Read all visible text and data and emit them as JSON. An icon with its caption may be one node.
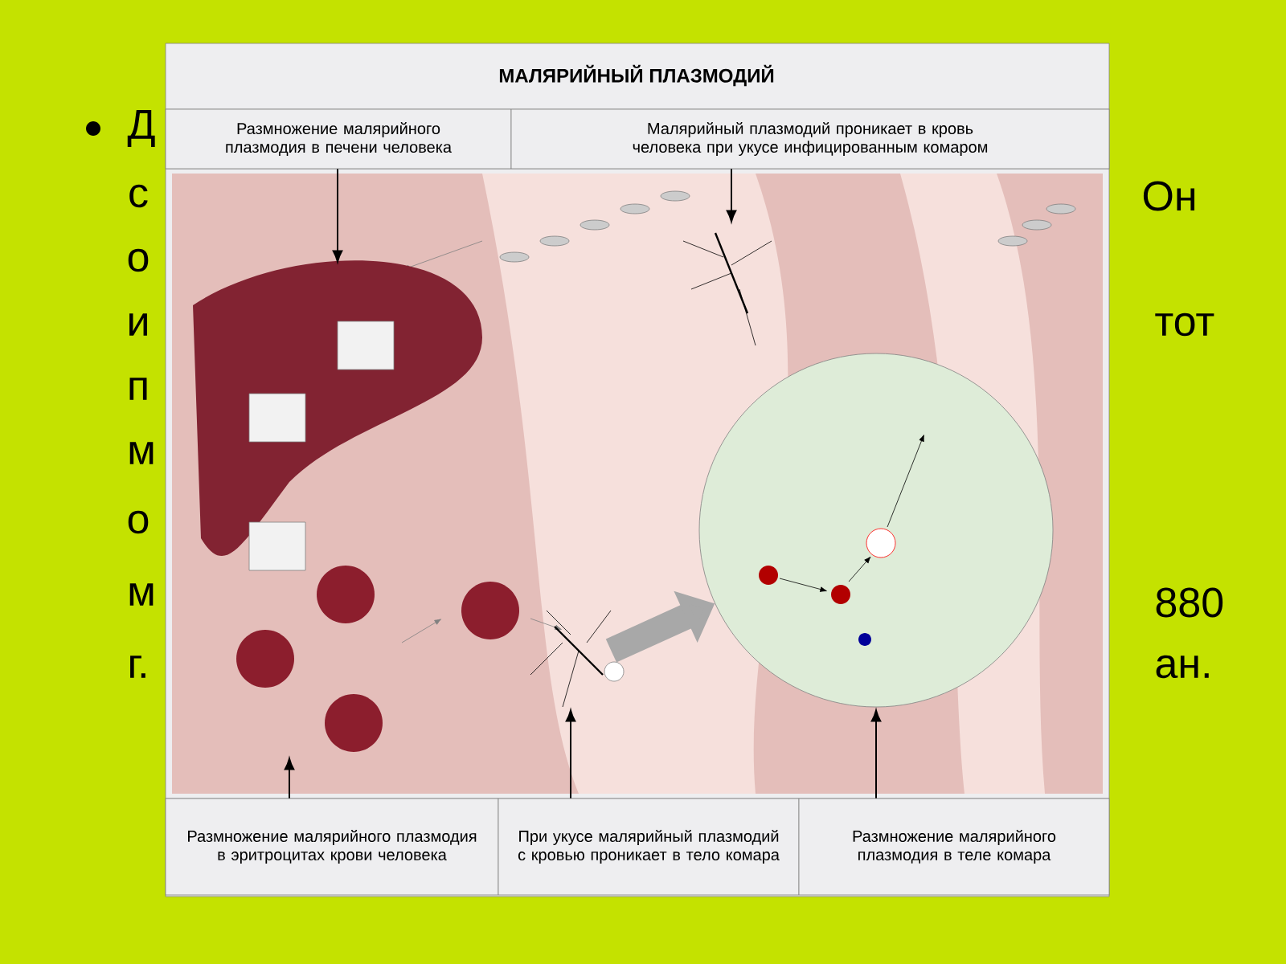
{
  "diagram": {
    "title": "МАЛЯРИЙНЫЙ ПЛАЗМОДИЙ",
    "nodes": [
      {
        "text": [
          "Размножение малярийного плазмодия в печени человека"
        ]
      },
      {
        "text": [
          "Малярийный плазмодий проникает в кровь человека при укусе инфицированным комаром"
        ]
      },
      {
        "text": [
          "Размножение малярийного плазмодия в эритроцитах крови человека"
        ]
      },
      {
        "text": [
          "При укусе малярийный плазмодий с кровью проникает в тело комара"
        ]
      },
      {
        "text": [
          "Размножение малярийного плазмодия в теле комара"
        ]
      },
      {
        "text": [],
        "shape": "picture"
      },
      {
        "text": [],
        "shape": "picture"
      },
      {
        "text": [],
        "shape": "picture"
      },
      {
        "text": [],
        "shape": "picture"
      },
      {
        "text": [],
        "shape": "circle"
      }
    ],
    "edges": [
      {
        "from": 0,
        "to": 5,
        "arrow": "to"
      },
      {
        "from": 1,
        "to": 6,
        "arrow": "to"
      },
      {
        "from": 2,
        "to": 7,
        "arrow": "to"
      },
      {
        "from": 3,
        "to": 8,
        "arrow": "to"
      },
      {
        "from": 4,
        "to": 9,
        "arrow": "to"
      },
      {
        "from": 8,
        "to": 9,
        "arrow": "to",
        "style": "thick",
        "color": "#a8a8a8"
      }
    ],
    "labels": [
      "Д",
      "с",
      "Он",
      "о",
      "и",
      "тот",
      "п",
      "м",
      "о",
      "м",
      "880",
      "г.",
      "ан."
    ]
  }
}
